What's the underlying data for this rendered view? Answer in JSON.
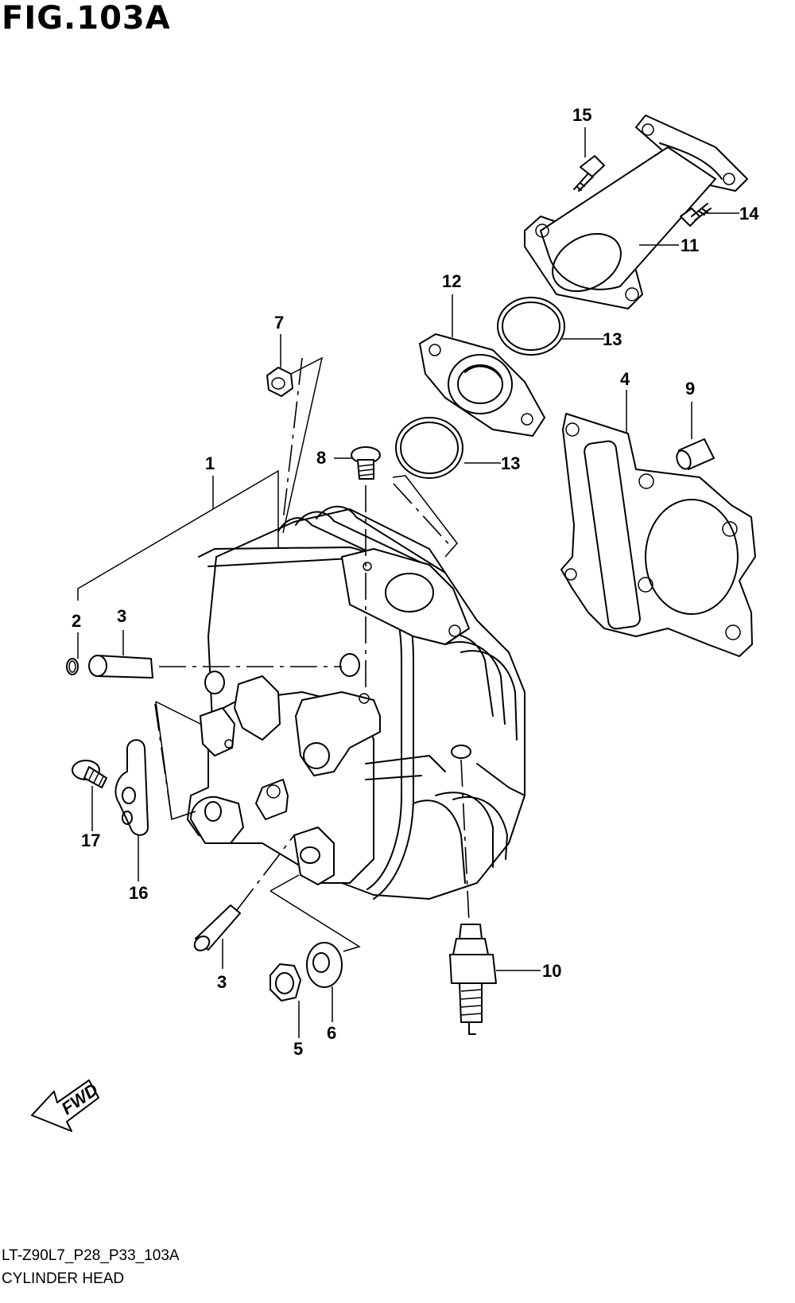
{
  "figure": {
    "title": "FIG.103A",
    "code": "LT-Z90L7_P28_P33_103A",
    "name": "CYLINDER HEAD",
    "fwd_label": "FWD"
  },
  "callouts": [
    {
      "id": "c1",
      "label": "1"
    },
    {
      "id": "c2",
      "label": "2"
    },
    {
      "id": "c3a",
      "label": "3"
    },
    {
      "id": "c3b",
      "label": "3"
    },
    {
      "id": "c4",
      "label": "4"
    },
    {
      "id": "c5",
      "label": "5"
    },
    {
      "id": "c6",
      "label": "6"
    },
    {
      "id": "c7",
      "label": "7"
    },
    {
      "id": "c8",
      "label": "8"
    },
    {
      "id": "c9",
      "label": "9"
    },
    {
      "id": "c10",
      "label": "10"
    },
    {
      "id": "c11",
      "label": "11"
    },
    {
      "id": "c12",
      "label": "12"
    },
    {
      "id": "c13a",
      "label": "13"
    },
    {
      "id": "c13b",
      "label": "13"
    },
    {
      "id": "c14",
      "label": "14"
    },
    {
      "id": "c15",
      "label": "15"
    },
    {
      "id": "c16",
      "label": "16"
    },
    {
      "id": "c17",
      "label": "17"
    }
  ]
}
